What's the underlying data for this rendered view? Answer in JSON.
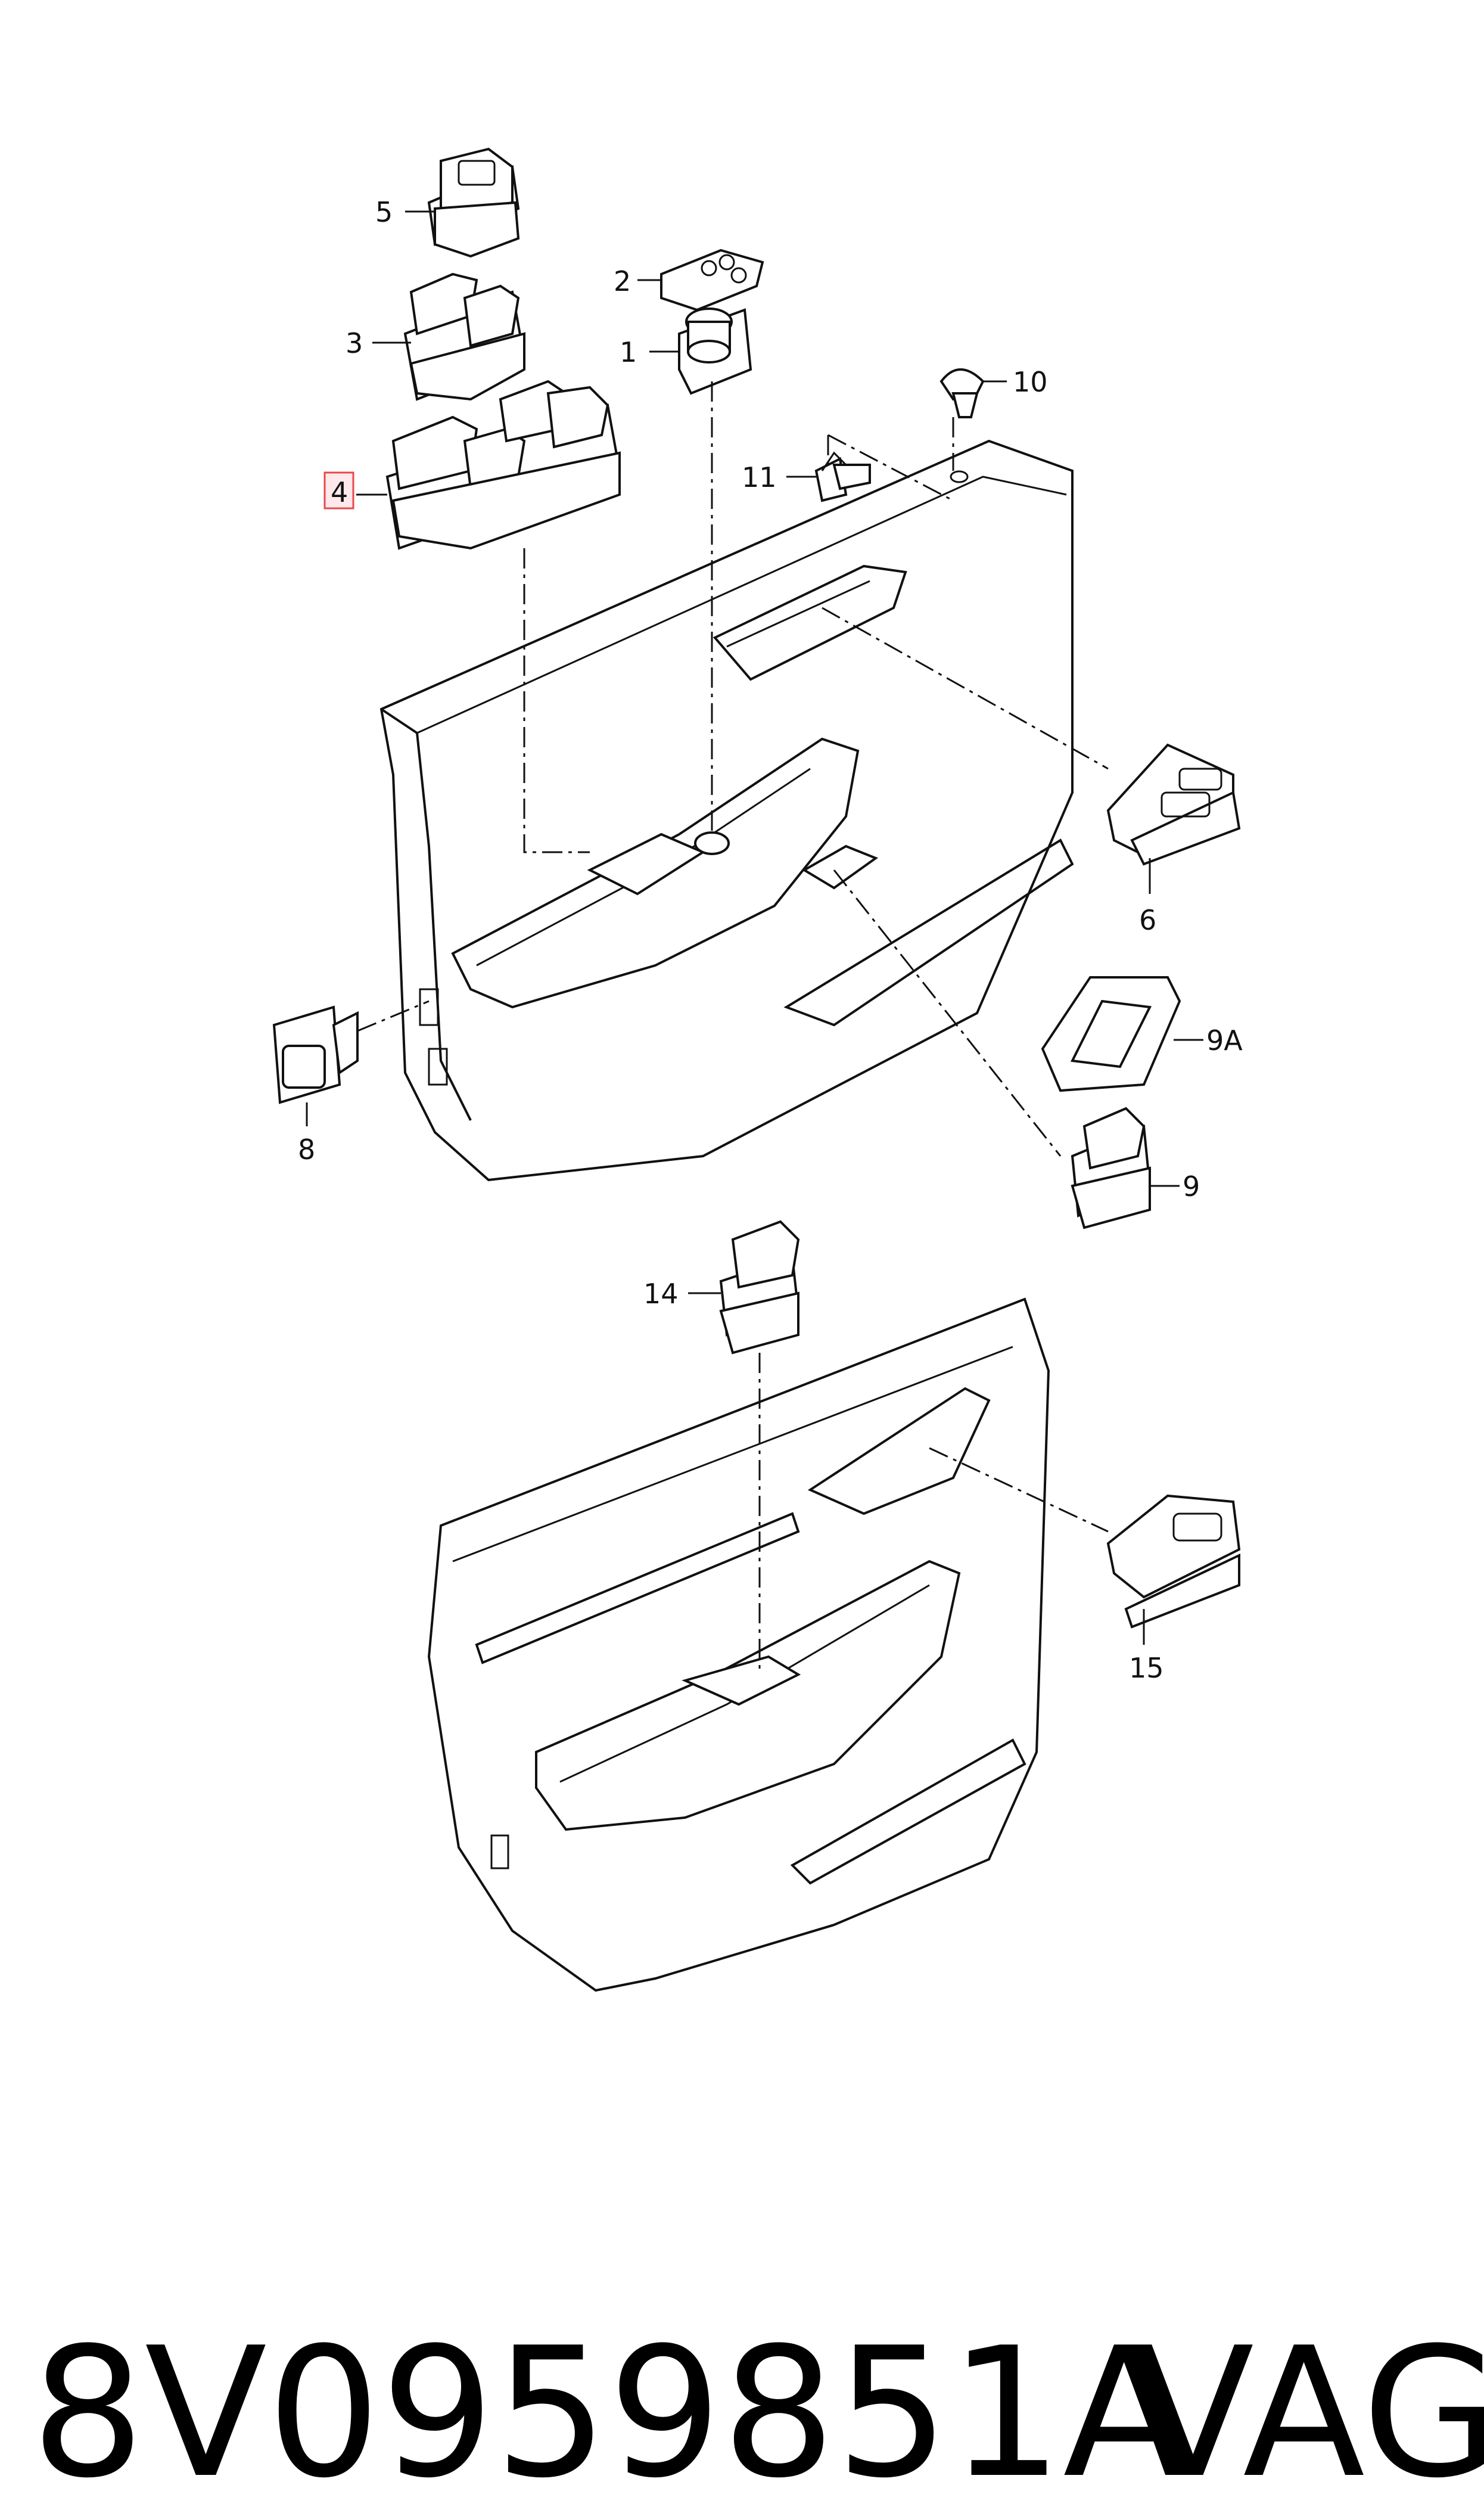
{
  "diagram": {
    "callouts": {
      "p1": "1",
      "p2": "2",
      "p3": "3",
      "p4": "4",
      "p5": "5",
      "p6": "6",
      "p8": "8",
      "p9": "9",
      "p9a": "9A",
      "p10": "10",
      "p11": "11",
      "p14": "14",
      "p15": "15"
    },
    "highlight_color": "#e8484d"
  },
  "footer": {
    "part_number": "8V0959851A",
    "brand": "VAG"
  }
}
